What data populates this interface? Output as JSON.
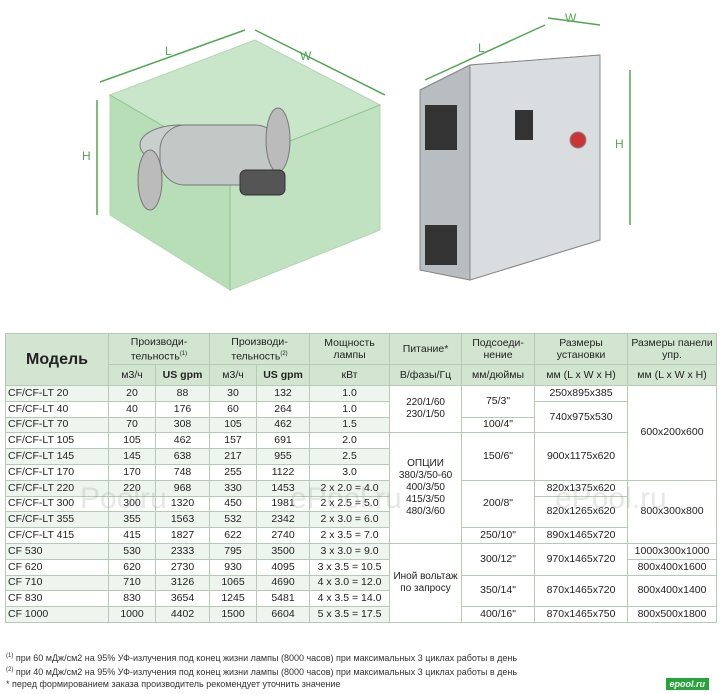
{
  "illustration": {
    "left_labels": {
      "l": "L",
      "w": "W",
      "h": "H"
    },
    "right_labels": {
      "l": "L",
      "w": "W",
      "h": "H"
    }
  },
  "table": {
    "header": {
      "model": "Модель",
      "flow1": "Производи-тельность",
      "flow1_sup": "(1)",
      "flow2": "Производи-тельность",
      "flow2_sup": "(2)",
      "lamp": "Мощность лампы",
      "power": "Питание*",
      "conn": "Подсоеди-нение",
      "dims": "Размеры установки",
      "panel": "Размеры панели упр.",
      "u_m3h_1": "м3/ч",
      "u_gpm_1": "US gpm",
      "u_m3h_2": "м3/ч",
      "u_gpm_2": "US gpm",
      "u_kw": "кВт",
      "u_power": "В/фазы/Гц",
      "u_conn": "мм/дюймы",
      "u_dims": "мм (L x W x H)",
      "u_panel": "мм (L x W x H)"
    },
    "rows": [
      {
        "model": "CF/CF-LT 20",
        "m1": "20",
        "g1": "88",
        "m2": "30",
        "g2": "132",
        "kw": "1.0"
      },
      {
        "model": "CF/CF-LT 40",
        "m1": "40",
        "g1": "176",
        "m2": "60",
        "g2": "264",
        "kw": "1.0"
      },
      {
        "model": "CF/CF-LT 70",
        "m1": "70",
        "g1": "308",
        "m2": "105",
        "g2": "462",
        "kw": "1.5"
      },
      {
        "model": "CF/CF-LT 105",
        "m1": "105",
        "g1": "462",
        "m2": "157",
        "g2": "691",
        "kw": "2.0"
      },
      {
        "model": "CF/CF-LT 145",
        "m1": "145",
        "g1": "638",
        "m2": "217",
        "g2": "955",
        "kw": "2.5"
      },
      {
        "model": "CF/CF-LT 170",
        "m1": "170",
        "g1": "748",
        "m2": "255",
        "g2": "1122",
        "kw": "3.0"
      },
      {
        "model": "CF/CF-LT 220",
        "m1": "220",
        "g1": "968",
        "m2": "330",
        "g2": "1453",
        "kw": "2 x 2.0 = 4.0"
      },
      {
        "model": "CF/CF-LT 300",
        "m1": "300",
        "g1": "1320",
        "m2": "450",
        "g2": "1981",
        "kw": "2 x 2.5 = 5.0"
      },
      {
        "model": "CF/CF-LT 355",
        "m1": "355",
        "g1": "1563",
        "m2": "532",
        "g2": "2342",
        "kw": "2 x 3.0 = 6.0"
      },
      {
        "model": "CF/CF-LT 415",
        "m1": "415",
        "g1": "1827",
        "m2": "622",
        "g2": "2740",
        "kw": "2 x 3.5 = 7.0"
      },
      {
        "model": "CF 530",
        "m1": "530",
        "g1": "2333",
        "m2": "795",
        "g2": "3500",
        "kw": "3 x 3.0 = 9.0"
      },
      {
        "model": "CF 620",
        "m1": "620",
        "g1": "2730",
        "m2": "930",
        "g2": "4095",
        "kw": "3 x 3.5 = 10.5"
      },
      {
        "model": "CF 710",
        "m1": "710",
        "g1": "3126",
        "m2": "1065",
        "g2": "4690",
        "kw": "4 x 3.0 = 12.0"
      },
      {
        "model": "CF 830",
        "m1": "830",
        "g1": "3654",
        "m2": "1245",
        "g2": "5481",
        "kw": "4 x 3.5 = 14.0"
      },
      {
        "model": "CF 1000",
        "m1": "1000",
        "g1": "4402",
        "m2": "1500",
        "g2": "6604",
        "kw": "5 x 3.5 = 17.5"
      }
    ],
    "power_a": "220/1/60 230/1/50",
    "power_b": "ОПЦИИ 380/3/50-60 400/3/50 415/3/50 480/3/60",
    "power_c": "Иной вольтаж по запросу",
    "conn": [
      "75/3\"",
      "100/4\"",
      "150/6\"",
      "200/8\"",
      "250/10\"",
      "300/12\"",
      "350/14\"",
      "400/16\""
    ],
    "dims": [
      "250x895x385",
      "740x975x530",
      "900x1175x620",
      "820x1375x620",
      "820x1265x620",
      "890x1465x720",
      "970x1465x720",
      "870x1465x720",
      "870x1465x750"
    ],
    "panel": [
      "600x200x600",
      "800x300x800",
      "1000x300x1000",
      "800x400x1600",
      "800x400x1400",
      "800x500x1800"
    ]
  },
  "notes": [
    {
      "sup": "(1)",
      "text": " при 60 мДж/см2 на 95% УФ-излучения под конец жизни лампы (8000 часов) при максимальных 3 циклах работы в день"
    },
    {
      "sup": "(2)",
      "text": " при 40 мДж/см2 на 95% УФ-излучения под конец жизни лампы (8000 часов) при максимальных 3 циклах работы в день"
    },
    {
      "sup": "",
      "text": "* перед формированием заказа производитель рекомендует уточнить значение"
    }
  ],
  "watermark": "Poolru",
  "watermark2": "ePool.ru",
  "brand": "epool.ru"
}
